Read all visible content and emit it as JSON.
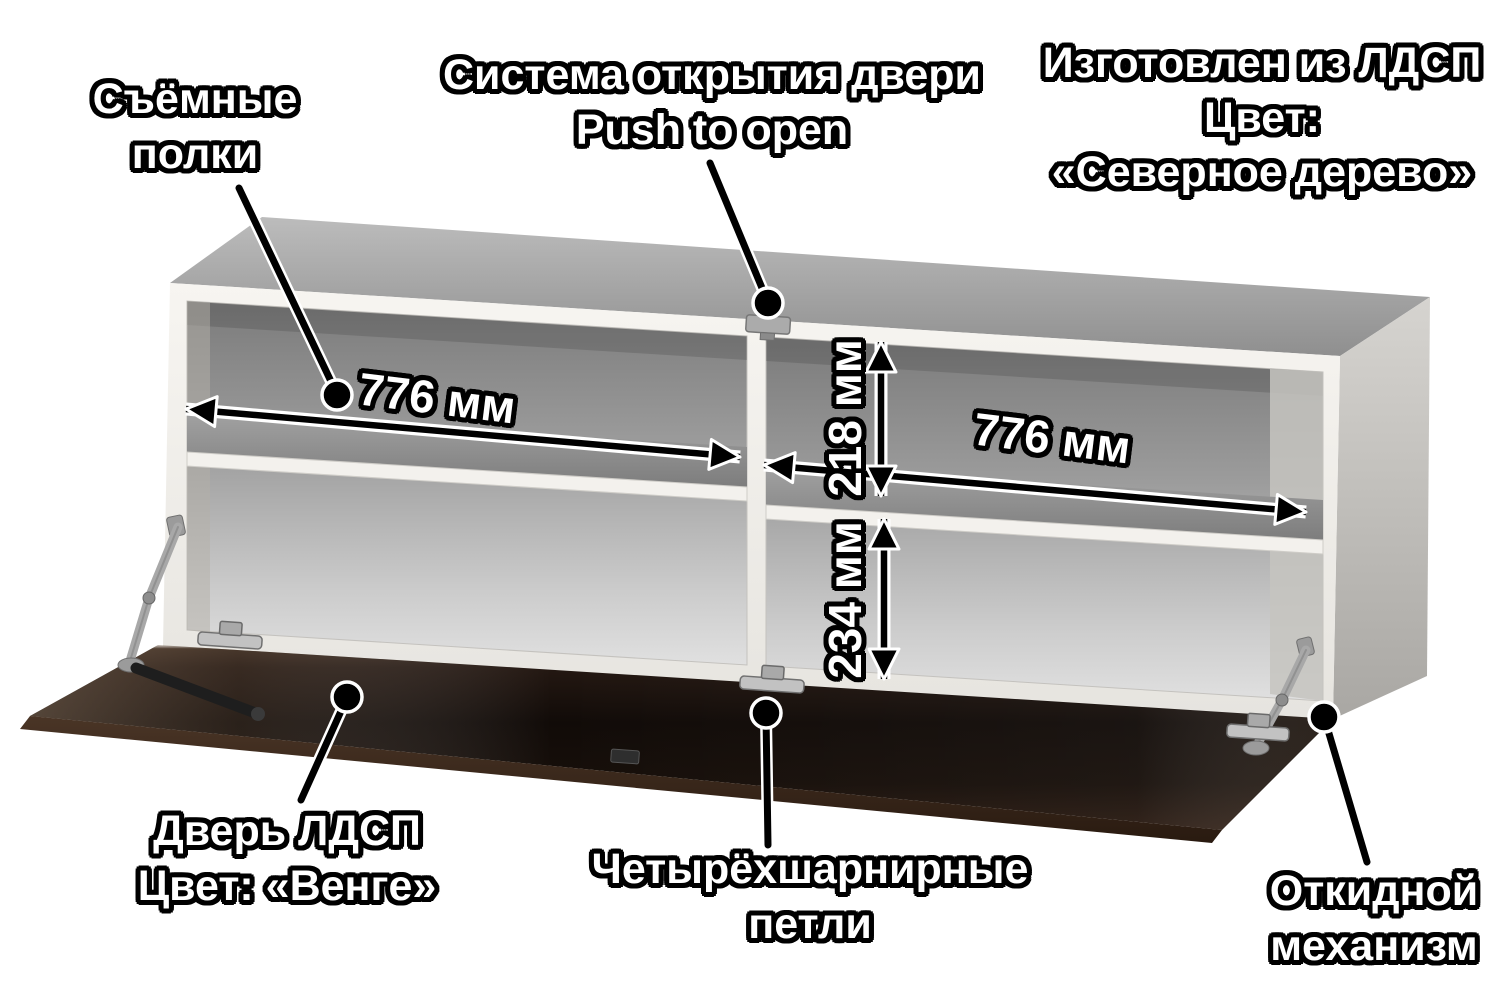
{
  "annotations": {
    "removable_shelves": {
      "line1": "Съёмные",
      "line2": "полки"
    },
    "door_opening_system": {
      "line1": "Система открытия двери",
      "line2": "Push to open"
    },
    "material": {
      "line1": "Изготовлен из ЛДСП",
      "line2": "Цвет:",
      "line3": "«Северное дерево»"
    },
    "door": {
      "line1": "Дверь ЛДСП",
      "line2": "Цвет: «Венге»"
    },
    "hinges": {
      "line1": "Четырёхшарнирные",
      "line2": "петли"
    },
    "fold_mechanism": {
      "line1": "Откидной",
      "line2": "механизм"
    }
  },
  "dimensions": {
    "left_shelf_width": "776 мм",
    "right_shelf_width": "776 мм",
    "upper_section_height": "218 мм",
    "lower_section_height": "234 мм"
  },
  "colors": {
    "background": "#ffffff",
    "carcass_edge": "#f1efeb",
    "carcass_top": "#a6a6a6",
    "interior": "#9c9c9c",
    "door_wenge": "#1a110c",
    "annotation_text": "#ffffff",
    "annotation_outline": "#000000"
  }
}
